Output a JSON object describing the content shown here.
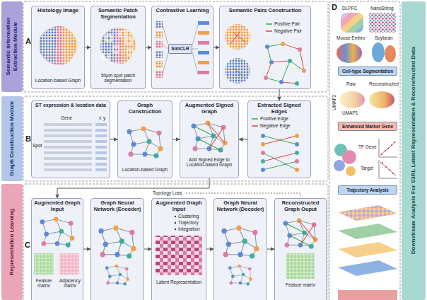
{
  "diagram": {
    "nodes": [
      {
        "text": [
          "Semantic Information Extraction Module"
        ]
      },
      {
        "text": [
          "Histology Image"
        ]
      },
      {
        "text": [
          "Semantic Patch Segmentation"
        ]
      },
      {
        "text": [
          "Contrastive Learning"
        ]
      },
      {
        "text": [
          "SimCLR"
        ],
        "in": 3
      },
      {
        "text": [
          "Semantic Pairs Construction"
        ]
      },
      {
        "text": [
          "Graph Construction Module"
        ]
      },
      {
        "text": [
          "ST expression & location data"
        ]
      },
      {
        "text": [
          "Graph Construction"
        ]
      },
      {
        "text": [
          "Augmented Signed Graph"
        ]
      },
      {
        "text": [
          "Extracted Signed Edges"
        ]
      },
      {
        "text": [
          "Representation Learning"
        ]
      },
      {
        "text": [
          "Augmented Graph Input"
        ]
      },
      {
        "text": [
          "Graph Neural Network (Encoder)"
        ]
      },
      {
        "text": [
          "Augmented Graph Input"
        ]
      },
      {
        "text": [
          "Graph Neural Network (Decoder)"
        ]
      },
      {
        "text": [
          "Reconstructed Graph Ouput"
        ]
      },
      {
        "text": [
          "Cell-type Segmentation"
        ]
      },
      {
        "text": [
          "Enhanced Marker Gene"
        ]
      },
      {
        "text": [
          "Trajectory Analysis"
        ]
      },
      {
        "text": [
          "Downstream Analysis For S3RL Latent Representation & Reconstructed Data"
        ]
      }
    ],
    "edges": [
      {
        "from": 1,
        "to": 2,
        "arrow": "to"
      },
      {
        "from": 2,
        "to": 3,
        "arrow": "to"
      },
      {
        "from": 3,
        "to": 5,
        "arrow": "to"
      },
      {
        "from": 5,
        "to": 10,
        "arrow": "to"
      },
      {
        "from": 7,
        "to": 8,
        "arrow": "to"
      },
      {
        "from": 8,
        "to": 9,
        "arrow": "to"
      },
      {
        "from": 10,
        "to": 9,
        "arrow": "to"
      },
      {
        "from": 9,
        "to": 12,
        "arrow": "to"
      },
      {
        "from": 12,
        "to": 13,
        "arrow": "to"
      },
      {
        "from": 13,
        "to": 14,
        "arrow": "to"
      },
      {
        "from": 14,
        "to": 15,
        "arrow": "to"
      },
      {
        "from": 15,
        "to": 16,
        "arrow": "to"
      }
    ],
    "labels": [
      "A",
      "Location-based Graph",
      "50μm spot patch segmentation",
      "B",
      "Gene",
      "Spot",
      "x",
      "y",
      "Location-based Graph",
      "Add Signed Edge to Location-based Graph",
      "C",
      "Topology Loss",
      "Feature matrix",
      "Adjacency matrix",
      "Clustering",
      "Trajectory",
      "Integration",
      "Latent Representation",
      "Feature matrix",
      "D",
      "DLPFC",
      "NanoString",
      "Mouse Embro",
      "Soybean",
      "Raw",
      "Reconstructed",
      "UMAP2",
      "UMAP1",
      "TF Gene",
      "Target"
    ],
    "legend": [
      {
        "text": "Positive Pair"
      },
      {
        "text": "Negative Pair"
      },
      {
        "text": "Positive Edge"
      },
      {
        "text": "Negative Edge"
      }
    ]
  }
}
